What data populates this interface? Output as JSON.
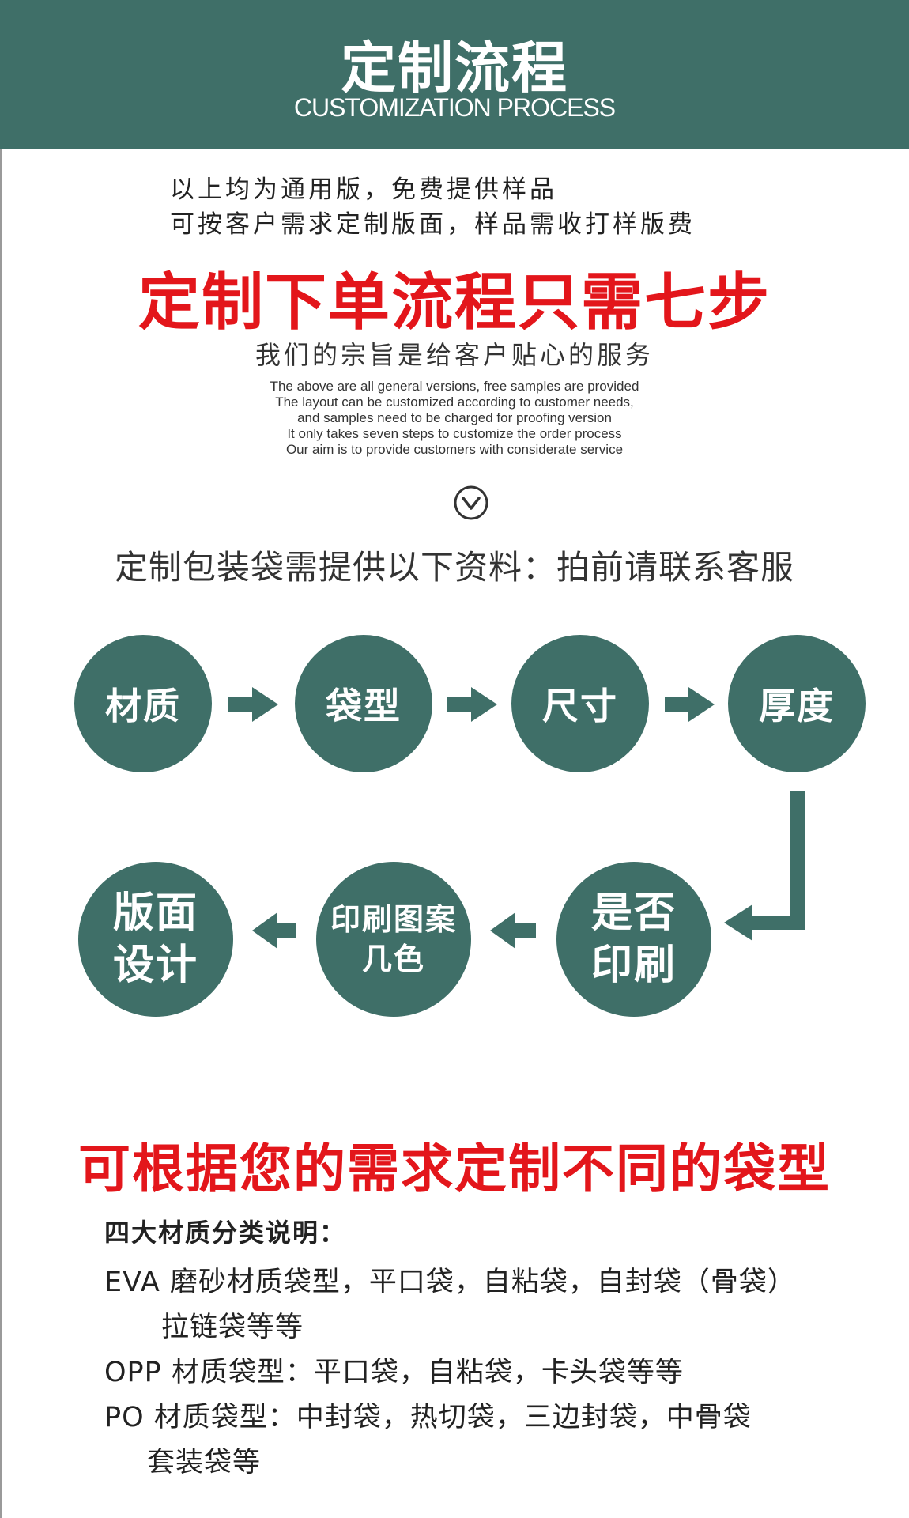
{
  "header": {
    "title_cn": "定制流程",
    "title_en": "CUSTOMIZATION PROCESS"
  },
  "intro": {
    "line1": "以上均为通用版，免费提供样品",
    "line2": "可按客户需求定制版面，样品需收打样版费"
  },
  "headline": "定制下单流程只需七步",
  "aim": "我们的宗旨是给客户贴心的服务",
  "english": [
    "The above are all general versions, free samples are provided",
    "The layout can be customized according to customer needs,",
    "and samples need to be charged for proofing version",
    "It only takes seven steps to customize the order process",
    "Our aim is to provide customers with considerate service"
  ],
  "needs": "定制包装袋需提供以下资料：拍前请联系客服",
  "steps": {
    "s1": "材质",
    "s2": "袋型",
    "s3": "尺寸",
    "s4": "厚度",
    "s5_line1": "是否",
    "s5_line2": "印刷",
    "s6_line1": "印刷图案",
    "s6_line2": "几色",
    "s7_line1": "版面",
    "s7_line2": "设计"
  },
  "headline2": "可根据您的需求定制不同的袋型",
  "materials": {
    "heading": "四大材质分类说明：",
    "eva_1": "EVA 磨砂材质袋型，平口袋，自粘袋，自封袋（骨袋）",
    "eva_2": "拉链袋等等",
    "opp": "OPP 材质袋型：平口袋，自粘袋，卡头袋等等",
    "po_1": "PO 材质袋型：中封袋，热切袋，三边封袋，中骨袋",
    "po_2": "套装袋等"
  },
  "colors": {
    "brand_teal": "#3f6f68",
    "accent_red": "#e3161b"
  },
  "icons": {
    "down": "chevron-down-circle-icon",
    "arrow": "arrow-icon"
  }
}
